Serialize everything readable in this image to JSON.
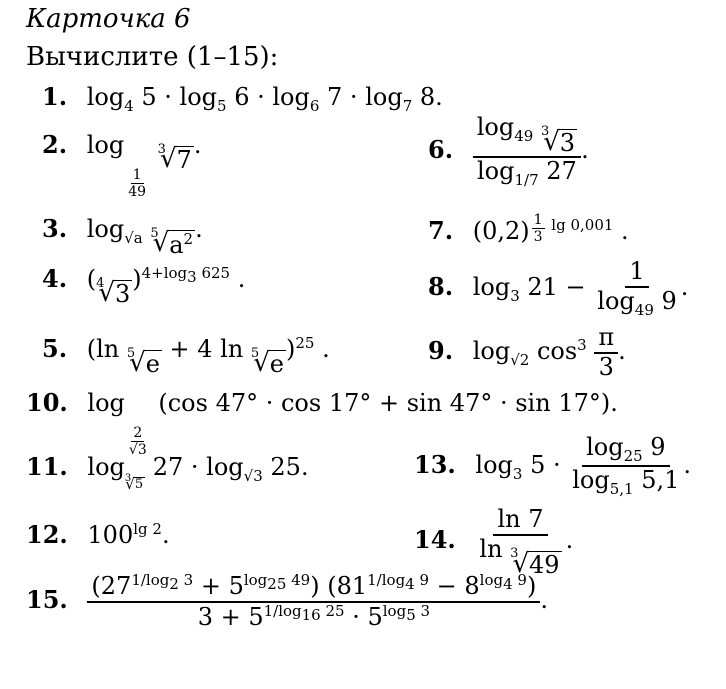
{
  "title": "Карточка 6",
  "instruction": "Вычислите (1–15):",
  "problems": [
    {
      "n": "1."
    },
    {
      "n": "2."
    },
    {
      "n": "3."
    },
    {
      "n": "4."
    },
    {
      "n": "5."
    },
    {
      "n": "6."
    },
    {
      "n": "7."
    },
    {
      "n": "8."
    },
    {
      "n": "9."
    },
    {
      "n": "10."
    },
    {
      "n": "11."
    },
    {
      "n": "12."
    },
    {
      "n": "13."
    },
    {
      "n": "14."
    },
    {
      "n": "15."
    }
  ]
}
